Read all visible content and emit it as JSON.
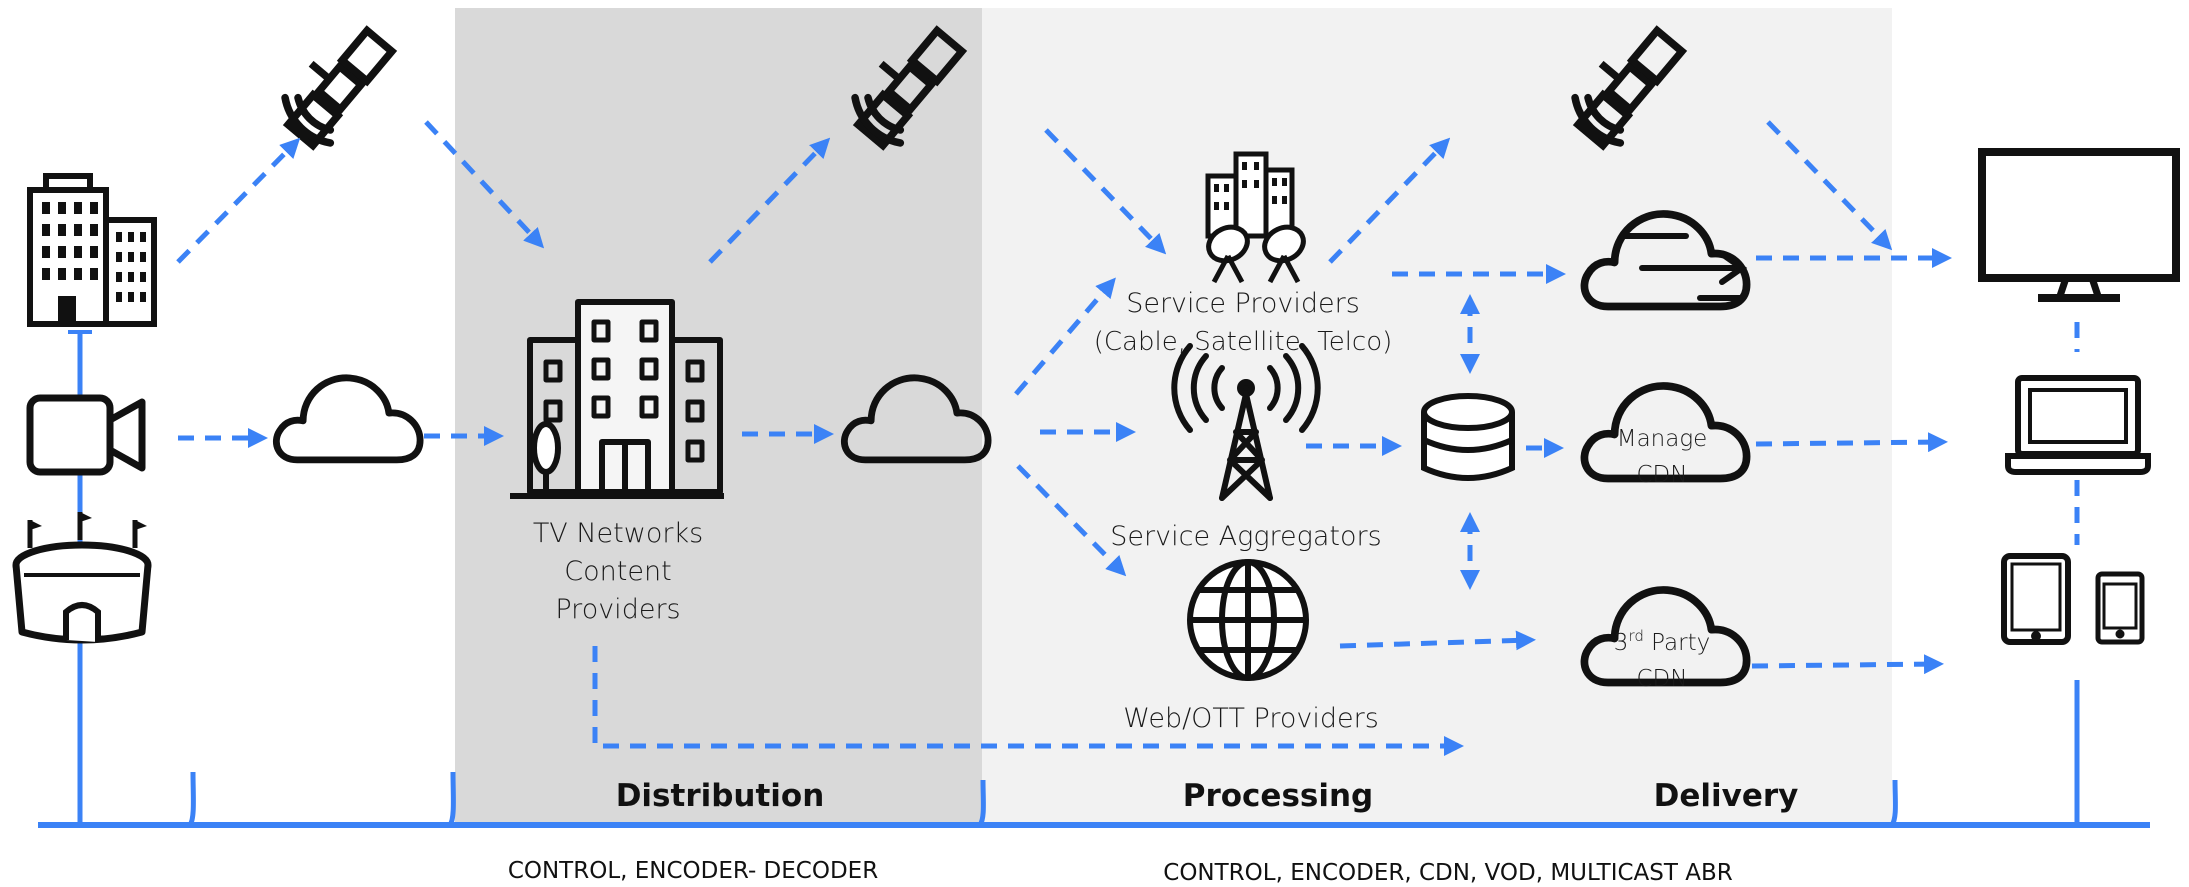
{
  "colors": {
    "flow": "#3b82f6",
    "distribution_band": "#d9d9d9",
    "processing_band": "#f2f2f2",
    "icon": "#111111"
  },
  "labels": {
    "tv_networks": [
      "TV Networks",
      "Content",
      "Providers"
    ],
    "service_providers": [
      "Service Providers",
      "(Cable, Satellite, Telco)"
    ],
    "service_aggregators": "Service Aggregators",
    "web_ott": "Web/OTT Providers",
    "manage_cdn": [
      "Manage",
      "CDN"
    ],
    "third_party_cdn": {
      "num": "3",
      "sup": "rd",
      "word": " Party",
      "line2": "CDN"
    }
  },
  "sections": {
    "distribution": "Distribution",
    "processing": "Processing",
    "delivery": "Delivery"
  },
  "footer": {
    "left": "CONTROL, ENCODER- DECODER",
    "right": "CONTROL, ENCODER, CDN, VOD, MULTICAST ABR"
  },
  "icons": [
    "office-building-icon",
    "video-camera-icon",
    "stadium-icon",
    "satellite-icon",
    "cloud-icon",
    "tv-network-building-icon",
    "service-provider-building-icon",
    "satellite-dish-icon",
    "radio-tower-icon",
    "globe-icon",
    "database-icon",
    "cloud-arrow-icon",
    "monitor-icon",
    "laptop-icon",
    "tablet-icon",
    "smartphone-icon"
  ]
}
